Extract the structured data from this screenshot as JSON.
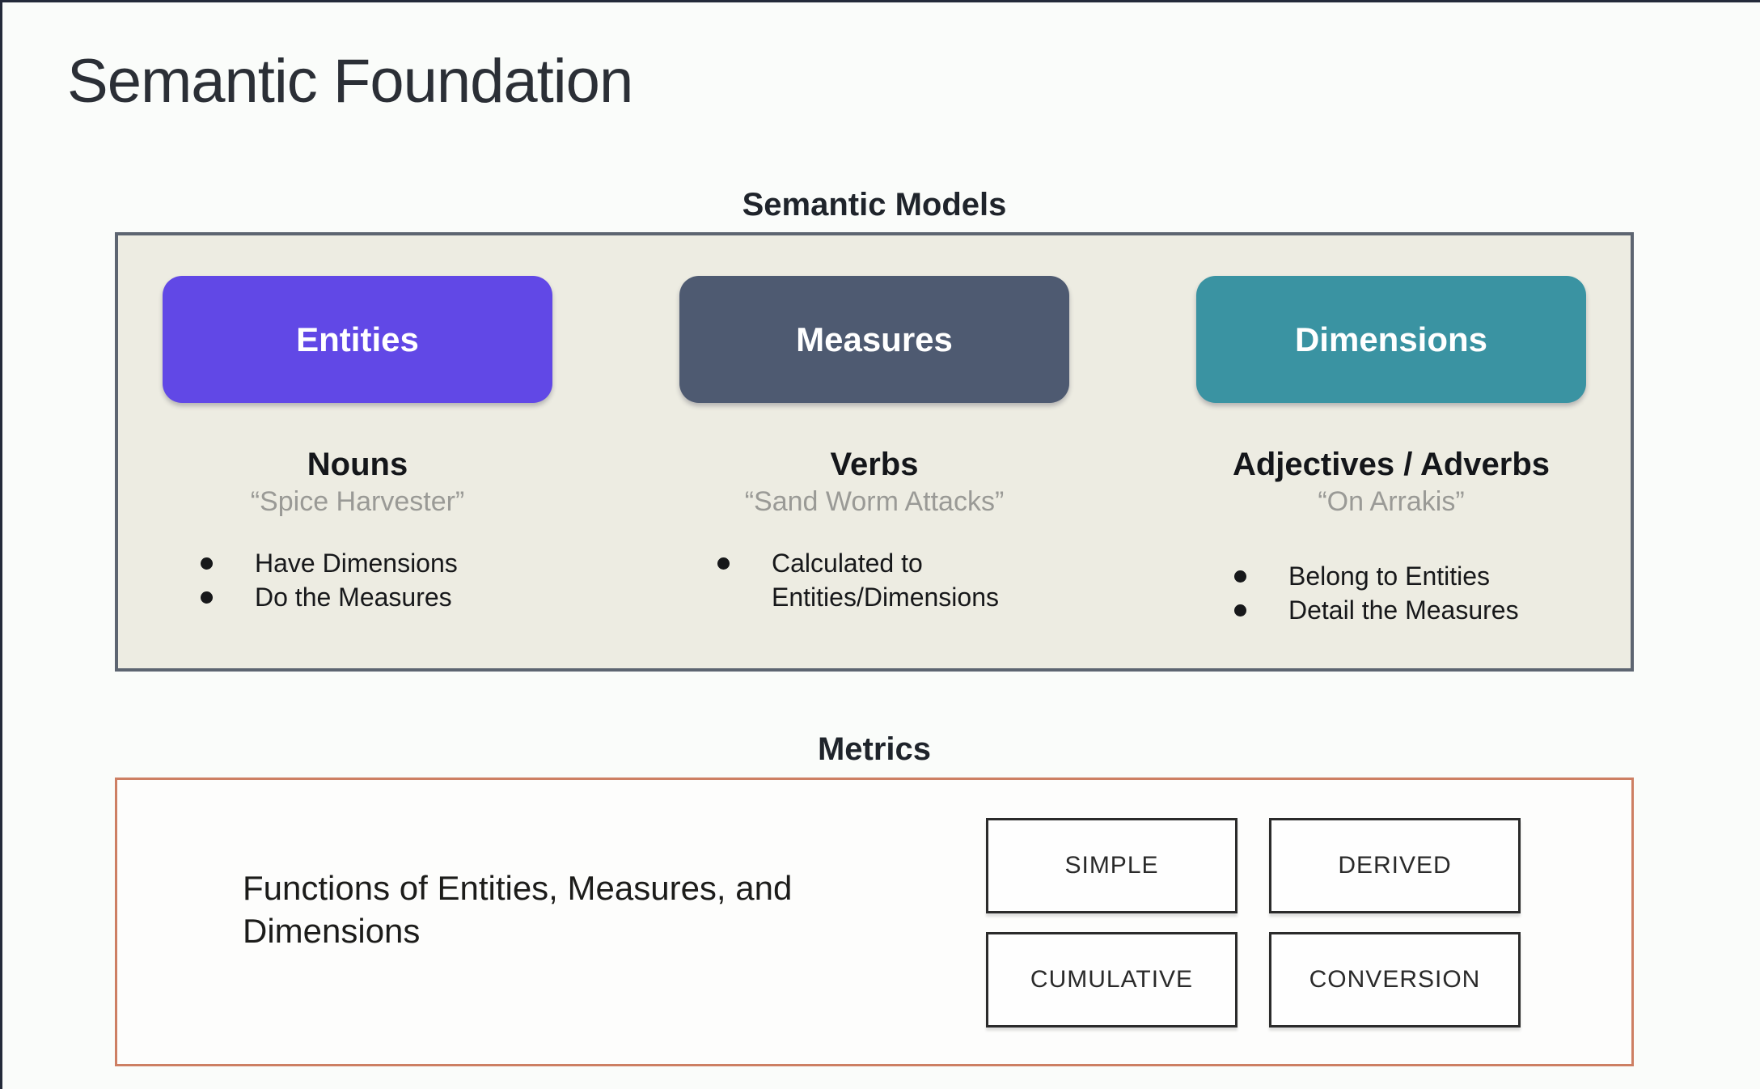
{
  "slide": {
    "title": "Semantic Foundation"
  },
  "semantic_models": {
    "heading": "Semantic Models",
    "columns": [
      {
        "button": "Entities",
        "button_color": "#6148e6",
        "role": "Nouns",
        "example": "“Spice Harvester”",
        "bullets": [
          "Have Dimensions",
          "Do the Measures"
        ]
      },
      {
        "button": "Measures",
        "button_color": "#4e5a71",
        "role": "Verbs",
        "example": "“Sand Worm Attacks”",
        "bullets": [
          "Calculated to Entities/Dimensions"
        ]
      },
      {
        "button": "Dimensions",
        "button_color": "#3a93a2",
        "role": "Adjectives / Adverbs",
        "example": "“On Arrakis”",
        "bullets": [
          "Belong to Entities",
          "Detail the Measures"
        ]
      }
    ]
  },
  "metrics": {
    "heading": "Metrics",
    "description": "Functions of Entities, Measures, and Dimensions",
    "types": [
      "SIMPLE",
      "DERIVED",
      "CUMULATIVE",
      "CONVERSION"
    ]
  },
  "colors": {
    "entities_button": "#6148e6",
    "measures_button": "#4e5a71",
    "dimensions_button": "#3a93a2",
    "models_panel_bg": "#edece2",
    "models_panel_border": "#5d6571",
    "metrics_panel_border": "#cd7f63",
    "metric_box_border": "#2b2b2b"
  }
}
